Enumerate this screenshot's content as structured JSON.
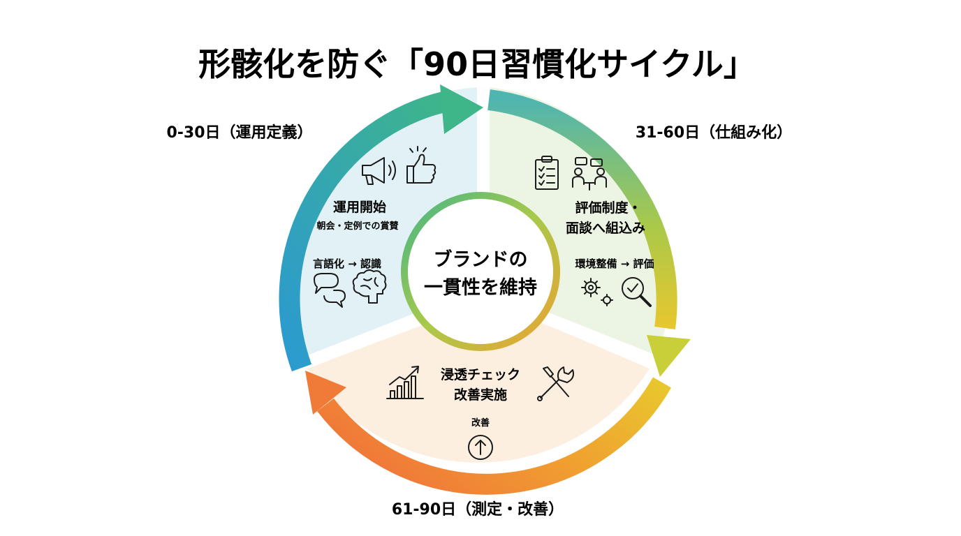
{
  "title": "形骸化を防ぐ「90日習慣化サイクル」",
  "phases": [
    {
      "label": "0-30日（運用定義）",
      "color": "#2b9ad0"
    },
    {
      "label": "31-60日（仕組み化）",
      "color": "#a9c94a"
    },
    {
      "label": "61-90日（測定・改善）",
      "color": "#f0a030"
    }
  ],
  "segments": {
    "define": {
      "heading": "運用開始",
      "sub": "朝会・定例での賞賛",
      "flow": "言語化 → 認識",
      "icons": [
        "megaphone-icon",
        "thumbs-up-icon",
        "speech-bubbles-icon",
        "brain-icon"
      ]
    },
    "system": {
      "heading_line1": "評価制度・",
      "heading_line2": "面談へ組込み",
      "flow": "環境整備 → 評価",
      "icons": [
        "checklist-icon",
        "meeting-icon",
        "gears-icon",
        "magnifier-check-icon"
      ]
    },
    "improve": {
      "heading_line1": "浸透チェック",
      "heading_line2": "改善実施",
      "small": "改善",
      "icons": [
        "growth-chart-icon",
        "tools-icon",
        "up-arrow-circle-icon"
      ]
    }
  },
  "center": {
    "line1": "ブランドの",
    "line2": "一貫性を維持"
  },
  "colors": {
    "blue": "#2b9ad0",
    "teal": "#3fb58a",
    "green": "#a9c94a",
    "yellow": "#e8c72e",
    "orange": "#f07a38"
  }
}
